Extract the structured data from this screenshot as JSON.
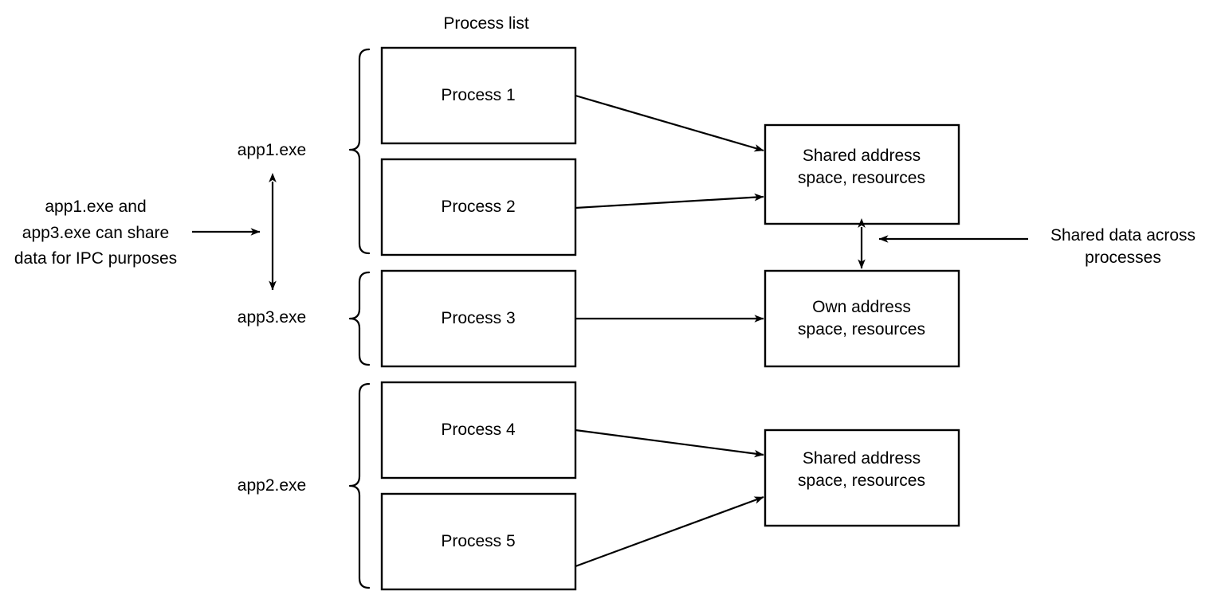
{
  "diagram": {
    "title": "Process list",
    "background_color": "#ffffff",
    "stroke_color": "#000000",
    "process_boxes": [
      {
        "label": "Process 1"
      },
      {
        "label": "Process 2"
      },
      {
        "label": "Process 3"
      },
      {
        "label": "Process 4"
      },
      {
        "label": "Process 5"
      }
    ],
    "memory_boxes": [
      {
        "line1": "Shared address",
        "line2": "space, resources"
      },
      {
        "line1": "Own address",
        "line2": "space, resources"
      },
      {
        "line1": "Shared address",
        "line2": "space, resources"
      }
    ],
    "app_labels": [
      {
        "label": "app1.exe"
      },
      {
        "label": "app3.exe"
      },
      {
        "label": "app2.exe"
      }
    ],
    "notes": {
      "ipc_note": {
        "line1": "app1.exe and",
        "line2": "app3.exe can share",
        "line3": "data for IPC purposes"
      },
      "shared_data_note": {
        "line1": "Shared data across",
        "line2": "processes"
      }
    }
  }
}
